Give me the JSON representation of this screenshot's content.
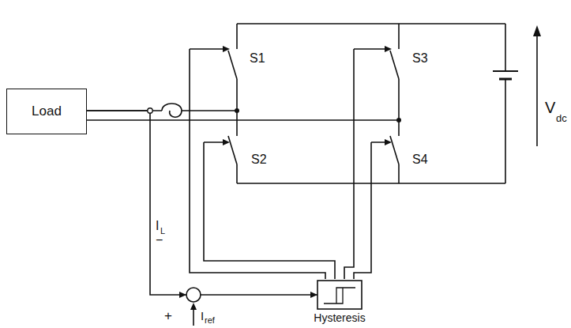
{
  "diagram": {
    "nodes": [
      {
        "text": [
          "Load"
        ]
      },
      {
        "text": [
          "Hysteresis"
        ]
      }
    ],
    "edges": [
      {
        "from": 0,
        "to": 1,
        "arrow": "to"
      }
    ],
    "labels": [
      "S1",
      "S3",
      "S2",
      "S4",
      "V",
      "dc",
      "I",
      "L",
      "−",
      "+",
      "I",
      "ref"
    ]
  }
}
